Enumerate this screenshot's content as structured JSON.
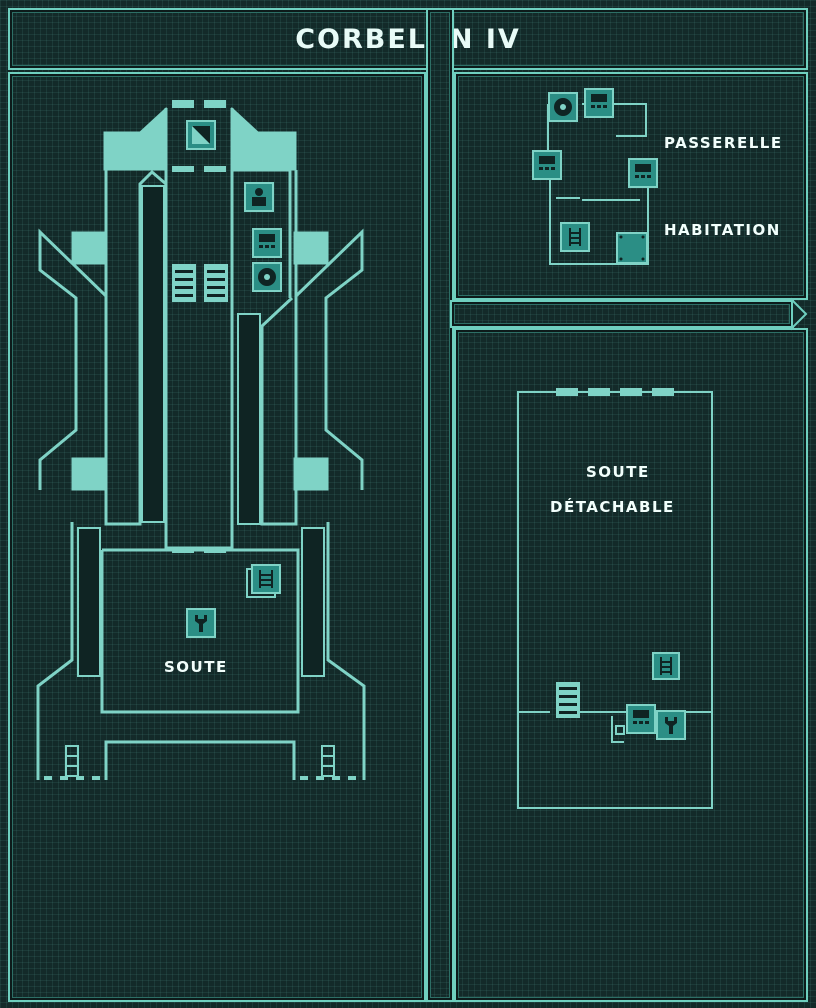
{
  "ship_name": "CORBELAN IV",
  "rooms": {
    "bridge": "PASSERELLE",
    "quarters": "HABITATION",
    "cargo": "SOUTE",
    "detachable_cargo_line1": "SOUTE",
    "detachable_cargo_line2": "DÉTACHABLE"
  },
  "colors": {
    "background": "#0e1f1f",
    "panel_border": "#6fcfbf",
    "hull_fill": "#7fd3c6",
    "icon_fill": "#2b8e85",
    "text": "#f2fffc"
  }
}
